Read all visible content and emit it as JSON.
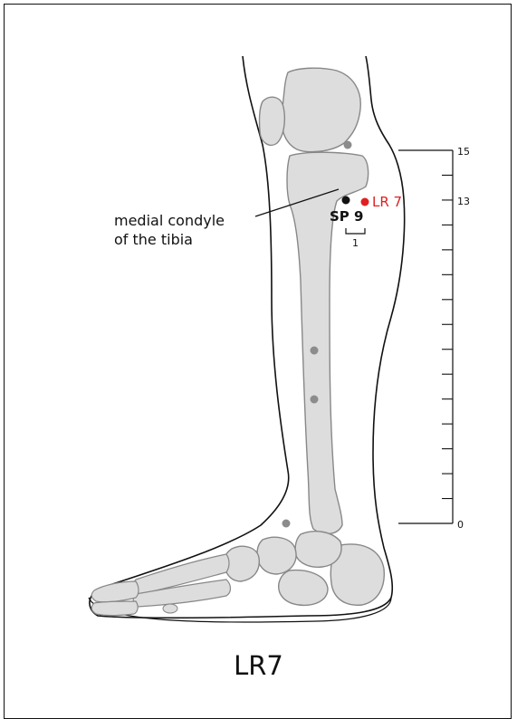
{
  "title": "LR7",
  "labels": {
    "landmark_line1": "medial condyle",
    "landmark_line2": "of the tibia",
    "point_sp9": "SP 9",
    "point_lr7": "LR 7",
    "offset": "1"
  },
  "scale": {
    "top": "15",
    "mark": "13",
    "bottom": "0",
    "divisions": 15
  },
  "colors": {
    "bone_fill": "#dddddd",
    "bone_stroke": "#888888",
    "outline": "#111111",
    "target_point": "#e02020",
    "reference_point": "#111111",
    "marker_point": "#8c8c8c"
  }
}
